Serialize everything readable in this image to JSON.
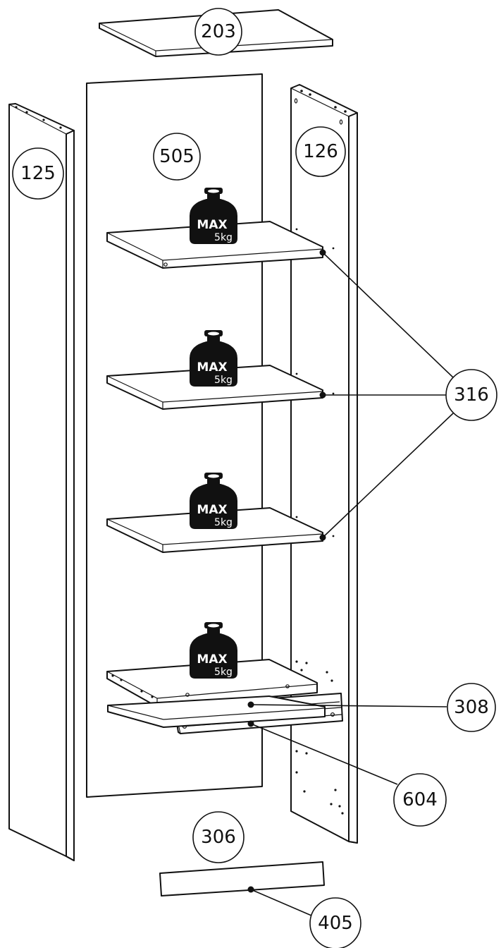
{
  "diagram": {
    "callouts": {
      "top_panel": "203",
      "back_panel": "505",
      "left_side": "125",
      "right_side": "126",
      "shelf_pins": "316",
      "bottom_shelf": "308",
      "rail": "604",
      "base_panel": "306",
      "plinth": "405"
    },
    "weight_limit": {
      "max_label": "MAX",
      "load_label": "5kg"
    }
  }
}
